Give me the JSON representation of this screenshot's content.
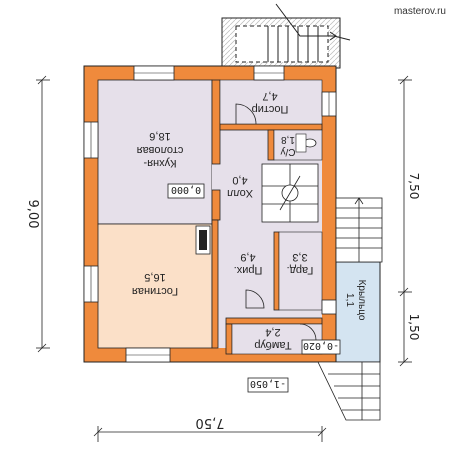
{
  "watermark": "masterov.ru",
  "colors": {
    "wall": "#ef8a3c",
    "room_lilac": "#e6e0ea",
    "room_peach": "#fbe0c8",
    "room_blue": "#d4e4f1",
    "line": "#222222"
  },
  "rooms": {
    "kitchen": {
      "name": "Кухня-\nстоловая",
      "area": "18,6"
    },
    "living": {
      "name": "Гостиная",
      "area": "16,5"
    },
    "pantry": {
      "name": "Постир",
      "area": "4,7"
    },
    "wc": {
      "name": "С/у",
      "area": "1,8"
    },
    "hall": {
      "name": "Холл",
      "area": "4,0"
    },
    "hallway": {
      "name": "Прих.",
      "area": "4,9"
    },
    "wardrobe": {
      "name": "Гард.",
      "area": "3,3"
    },
    "vestibule": {
      "name": "Тамбур",
      "area": "2,4"
    },
    "porch": {
      "name": "Крыльцо",
      "area": "1,1"
    }
  },
  "levels": {
    "floor": "0,000",
    "porch": "-0,020",
    "ground": "-1,050"
  },
  "dimensions": {
    "width": "7,50",
    "depth": "9,00",
    "right_main": "7,50",
    "right_porch": "1,50"
  },
  "icons": [
    "stairs-icon",
    "door-swing-icon",
    "window-icon",
    "stove-icon",
    "toilet-icon",
    "sink-icon"
  ]
}
